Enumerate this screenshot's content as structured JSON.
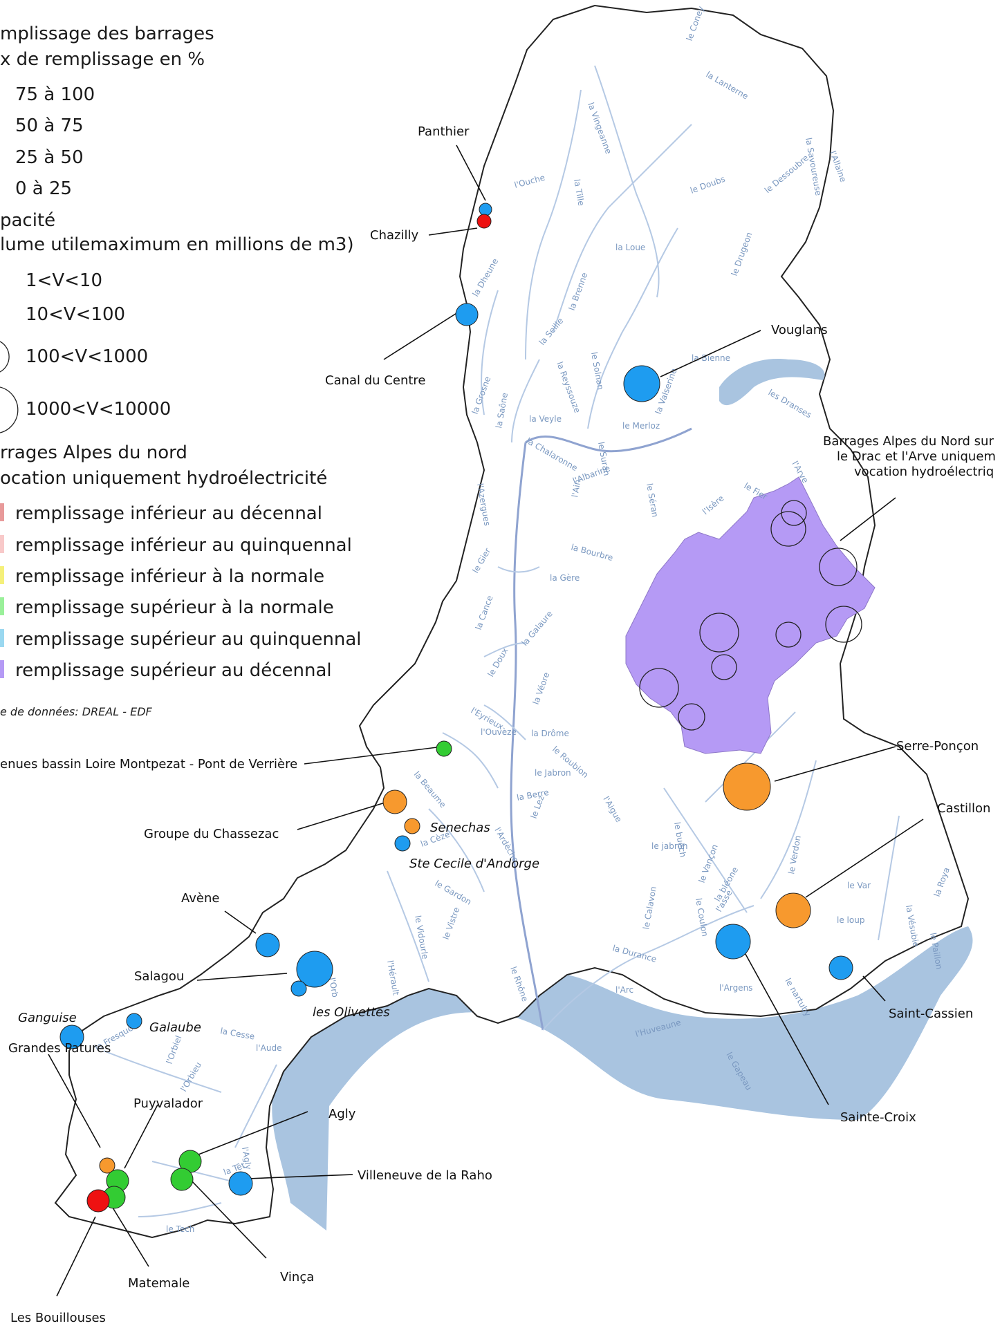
{
  "legend": {
    "title": "mplissage des barrages",
    "subtitle": "x de remplissage en %",
    "rate_classes": [
      {
        "label": "75 à 100",
        "color": "#1e9cf0"
      },
      {
        "label": "50 à 75",
        "color": "#33cc33"
      },
      {
        "label": "25 à 50",
        "color": "#f7992e"
      },
      {
        "label": "0 à 25",
        "color": "#ee1111"
      }
    ],
    "capacity_title": "pacité",
    "capacity_subtitle": "lume utilemaximum en millions de m3)",
    "capacity_classes": [
      "1<V<10",
      "10<V<100",
      "100<V<1000",
      "1000<V<10000"
    ],
    "alps_title": "rrages Alpes du nord",
    "alps_subtitle": "ocation uniquement hydroélectricité",
    "alps_classes": [
      {
        "label": "remplissage inférieur au décennal",
        "color": "#e89a9a"
      },
      {
        "label": "remplissage inférieur au quinquennal",
        "color": "#f8c9c9"
      },
      {
        "label": "remplissage inférieur à la normale",
        "color": "#f5f07a"
      },
      {
        "label": "remplissage supérieur à la normale",
        "color": "#9af09a"
      },
      {
        "label": "remplissage supérieur au quinquennal",
        "color": "#9ad8f0"
      },
      {
        "label": "remplissage supérieur au décennal",
        "color": "#b59af5"
      }
    ],
    "source": "e de données: DREAL - EDF"
  },
  "colors": {
    "blue": "#1e9cf0",
    "green": "#33cc33",
    "orange": "#f7992e",
    "red": "#ee1111",
    "purple": "#b59af5",
    "sea": "#a9c4e0",
    "river": "#b5c9e4",
    "border": "#222222"
  },
  "annotations": {
    "alps_box": [
      "Barrages Alpes du Nord sur",
      "le Drac et l'Arve uniquem",
      "vocation hydroélectriq"
    ]
  },
  "dams": [
    {
      "name": "Panthier",
      "fill": "75 à 100",
      "capacity": "1<V<10"
    },
    {
      "name": "Chazilly",
      "fill": "0 à 25",
      "capacity": "1<V<10"
    },
    {
      "name": "Canal du Centre",
      "fill": "75 à 100",
      "capacity": "10<V<100"
    },
    {
      "name": "Vouglans",
      "fill": "75 à 100",
      "capacity": "100<V<1000"
    },
    {
      "name": "enues bassin Loire Montpezat - Pont de Verrière",
      "fill": "50 à 75",
      "capacity": "1<V<10"
    },
    {
      "name": "Groupe du Chassezac",
      "fill": "25 à 50",
      "capacity": "10<V<100"
    },
    {
      "name": "Senechas",
      "fill": "25 à 50",
      "capacity": "1<V<10"
    },
    {
      "name": "Ste Cecile d'Andorge",
      "fill": "75 à 100",
      "capacity": "1<V<10"
    },
    {
      "name": "Serre-Ponçon",
      "fill": "25 à 50",
      "capacity": "1000<V<10000"
    },
    {
      "name": "Castillon",
      "fill": "25 à 50",
      "capacity": "100<V<1000"
    },
    {
      "name": "Avène",
      "fill": "75 à 100",
      "capacity": "10<V<100"
    },
    {
      "name": "Salagou",
      "fill": "75 à 100",
      "capacity": "100<V<1000"
    },
    {
      "name": "les Olivettes",
      "fill": "75 à 100",
      "capacity": "1<V<10"
    },
    {
      "name": "Sainte-Croix",
      "fill": "75 à 100",
      "capacity": "100<V<1000"
    },
    {
      "name": "Saint-Cassien",
      "fill": "75 à 100",
      "capacity": "10<V<100"
    },
    {
      "name": "Ganguise",
      "fill": "75 à 100",
      "capacity": "10<V<100"
    },
    {
      "name": "Galaube",
      "fill": "75 à 100",
      "capacity": "1<V<10"
    },
    {
      "name": "Grandes Patures",
      "fill": "25 à 50",
      "capacity": "1<V<10"
    },
    {
      "name": "Puyvalador",
      "fill": "50 à 75",
      "capacity": "10<V<100"
    },
    {
      "name": "Agly",
      "fill": "50 à 75",
      "capacity": "10<V<100"
    },
    {
      "name": "Villeneuve de la Raho",
      "fill": "75 à 100",
      "capacity": "10<V<100"
    },
    {
      "name": "Vinça",
      "fill": "50 à 75",
      "capacity": "10<V<100"
    },
    {
      "name": "Matemale",
      "fill": "50 à 75",
      "capacity": "10<V<100"
    },
    {
      "name": "Les Bouillouses",
      "fill": "0 à 25",
      "capacity": "10<V<100"
    }
  ],
  "rivers": [
    "le Coney",
    "la Lanterne",
    "la Vingeanne",
    "l'Ouche",
    "la Tille",
    "la Savoureuse",
    "l'Allaine",
    "le Doubs",
    "le Dessoubre",
    "la Loue",
    "la Dheune",
    "la Brenne",
    "le Drugeon",
    "la Seille",
    "le Solnan",
    "la Reyssouze",
    "la Saône",
    "la Grosne",
    "la Veyle",
    "la Chalaronne",
    "le Suran",
    "la Bienne",
    "la Valserine",
    "le Merloz",
    "les Dranses",
    "l'Azergues",
    "l'Albarine",
    "le Séran",
    "l'Ain",
    "l'Arve",
    "le Fier",
    "la Bourbre",
    "le Gier",
    "la Gère",
    "la Cance",
    "la Galaure",
    "l'Isère",
    "le Doux",
    "la Véore",
    "l'Eyrieux",
    "l'Ouvèze",
    "la Drôme",
    "le Roubion",
    "le Jabron",
    "la Berre",
    "le Lez",
    "l'Aigue",
    "la Beaume",
    "l'Ardèche",
    "la Cèze",
    "le Gardon",
    "le Vidourle",
    "le Vistre",
    "l'Hérault",
    "l'Orb",
    "la Cesse",
    "l'Aude",
    "l'Orbiel",
    "le Fresquel",
    "l'Orbieu",
    "l'Agly",
    "la Têt",
    "le Tech",
    "le Rhône",
    "le buëch",
    "le jabron",
    "le Vançon",
    "la bléone",
    "l'asse",
    "le Verdon",
    "le Var",
    "la Vésubie",
    "la Roya",
    "le Paillon",
    "le loup",
    "le Calavon",
    "la Durance",
    "le nartuby",
    "l'Argens",
    "l'Arc",
    "l'Huveaune",
    "le Gapeau",
    "le Coulon"
  ]
}
